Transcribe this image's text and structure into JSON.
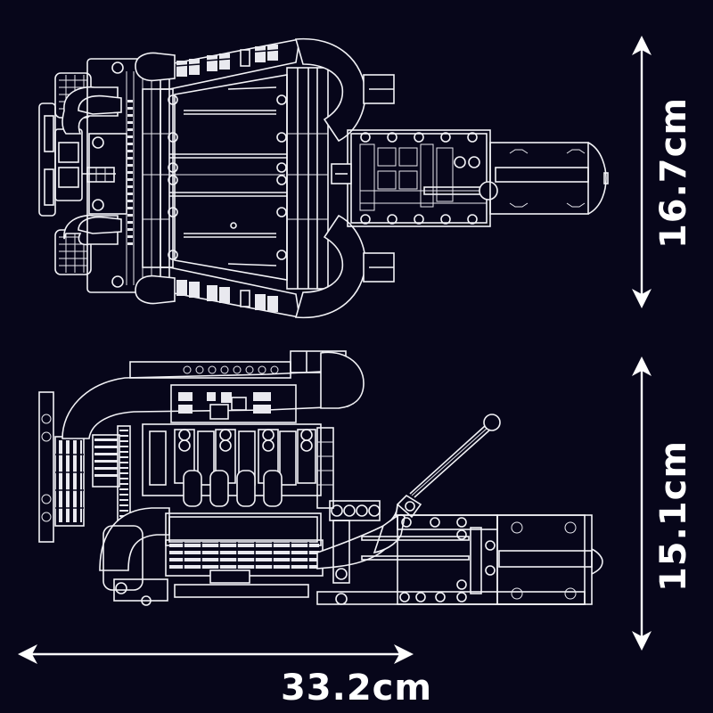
{
  "diagram": {
    "subject": "V8 engine model with gearbox and shifter",
    "background_color": "#07061a",
    "line_color": "#f2f2f6",
    "views": [
      {
        "name": "top view",
        "height_dimension": "16.7cm"
      },
      {
        "name": "side view",
        "height_dimension": "15.1cm"
      }
    ],
    "dimensions": {
      "top_view_height": "16.7cm",
      "side_view_height": "15.1cm",
      "overall_length": "33.2cm"
    }
  }
}
